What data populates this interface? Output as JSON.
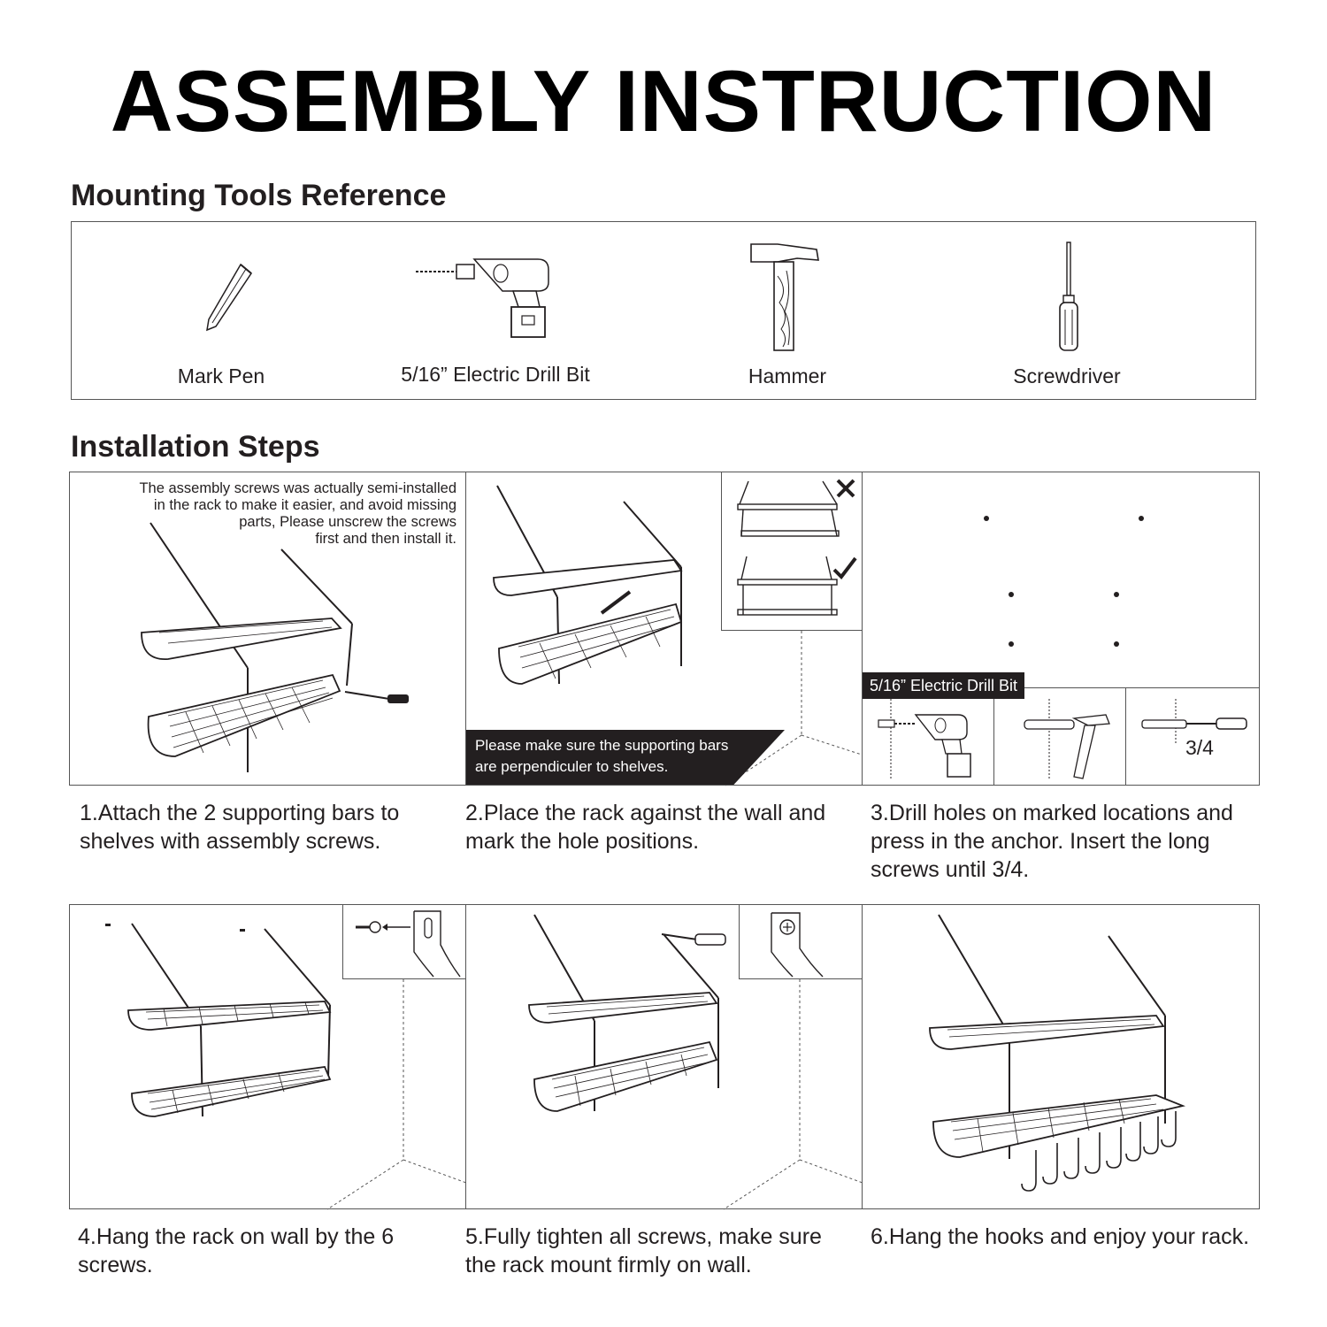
{
  "title": "ASSEMBLY INSTRUCTION",
  "tools_section": {
    "heading": "Mounting Tools Reference",
    "tools": [
      {
        "label": "Mark Pen",
        "icon": "pen-icon"
      },
      {
        "label": "5/16” Electric Drill Bit",
        "icon": "drill-icon"
      },
      {
        "label": "Hammer",
        "icon": "hammer-icon"
      },
      {
        "label": "Screwdriver",
        "icon": "screwdriver-icon"
      }
    ]
  },
  "steps_section": {
    "heading": "Installation Steps",
    "note": "The assembly screws was actually semi-installed in the rack to make it easier, and avoid missing parts, Please unscrew the screws first and then install it.",
    "note_lines": [
      "The assembly screws was actually semi-installed",
      "in the rack to make it easier, and avoid missing",
      "parts, Please unscrew the screws",
      "first and then install it."
    ],
    "warning_lines": [
      "Please make sure the supporting bars",
      "are perpendiculer to shelves."
    ],
    "drill_tag": "5/16” Electric Drill Bit",
    "fraction": "3/4",
    "steps": [
      {
        "lines": [
          "1.Attach the 2 supporting bars to",
          "shelves with assembly screws."
        ]
      },
      {
        "lines": [
          "2.Place the rack against the wall and",
          "mark the hole positions."
        ]
      },
      {
        "lines": [
          "3.Drill holes on marked locations and",
          "press in the anchor. Insert the long",
          "screws until 3/4."
        ]
      },
      {
        "lines": [
          "4.Hang the rack on wall by the 6",
          "screws."
        ]
      },
      {
        "lines": [
          "5.Fully tighten all screws, make sure",
          "the rack mount firmly on wall."
        ]
      },
      {
        "lines": [
          "6.Hang the hooks and enjoy your rack."
        ]
      }
    ]
  },
  "colors": {
    "ink": "#231f20",
    "border": "#555555",
    "background": "#ffffff"
  }
}
